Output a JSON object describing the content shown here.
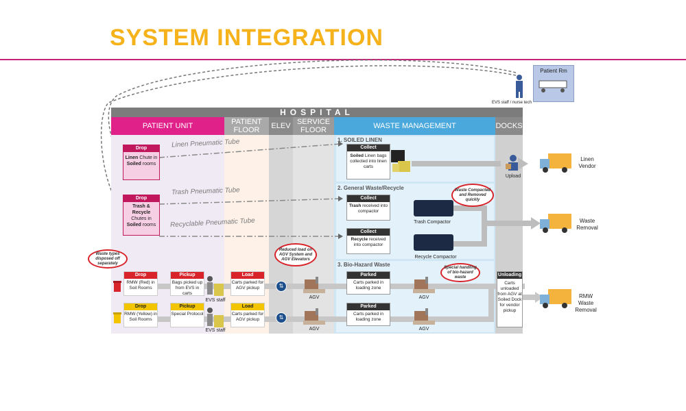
{
  "title": "SYSTEM INTEGRATION",
  "hospital_label": "HOSPITAL",
  "columns": {
    "patient_unit": "PATIENT UNIT",
    "patient_floor": "PATIENT FLOOR",
    "elev": "ELEV",
    "service_floor": "SERVICE FLOOR",
    "waste_management": "WASTE MANAGEMENT",
    "docks": "DOCKS"
  },
  "patient_room": {
    "label": "Patient Rm",
    "staff": "EVS staff / nurse tech"
  },
  "tubes": {
    "linen": "Linen Pneumatic Tube",
    "trash": "Trash Pneumatic Tube",
    "recyclable": "Recyclable Pneumatic Tube"
  },
  "drop_linen": {
    "tag": "Drop",
    "text_bold1": "Linen",
    "text1": " Chute in ",
    "text_bold2": "Soiled",
    "text2": " rooms"
  },
  "drop_trash": {
    "tag": "Drop",
    "line1": "Trash &",
    "line2": "Recycle",
    "line3": "Chutes in",
    "line4_bold": "Soiled",
    "line4": " rooms"
  },
  "sections": {
    "soiled_linen": "1. SOILED LINEN",
    "general_waste": "2. General Waste/Recycle",
    "bio_hazard": "3. Bio-Hazard Waste"
  },
  "collect_linen": {
    "tag": "Collect",
    "bold": "Soiled",
    "text": " Linen bags collected into linen carts"
  },
  "collect_trash": {
    "tag": "Collect",
    "bold": "Trash",
    "text": " received into compactor"
  },
  "collect_recycle": {
    "tag": "Collect",
    "bold": "Recycle",
    "text": " received into compactor"
  },
  "trash_compactor": "Trash Compactor",
  "recycle_compactor": "Recycle Compactor",
  "upload": "Upload",
  "clouds": {
    "compacted": "Waste Compacted and Removed quickly",
    "waste_types": "Waste types disposed off separately",
    "reduced_load": "Reduced load on AGV System and AGV Elevators",
    "special_handling": "Special handling of bio-hazard waste"
  },
  "row_red": {
    "drop_tag": "Drop",
    "drop_text": "RMW (Red) in Soil Rooms",
    "pickup_tag": "Pickup",
    "pickup_text": "Bags picked up from EVS in carts",
    "staff": "EVS staff",
    "load_tag": "Load",
    "load_text": "Carts parked for AGV pickup",
    "agv1": "AGV",
    "parked_tag": "Parked",
    "parked_text": "Carts parked in loading zone",
    "agv2": "AGV"
  },
  "row_yellow": {
    "drop_tag": "Drop",
    "drop_text": "RMW (Yellow) in Soil Rooms",
    "pickup_tag": "Pickup",
    "pickup_text": "Special Protocol",
    "staff": "EVS staff",
    "load_tag": "Load",
    "load_text": "Carts parked for AGV pickup",
    "agv1": "AGV",
    "parked_tag": "Parked",
    "parked_text": "Carts parked in loading zone",
    "agv2": "AGV"
  },
  "unloading": {
    "tag": "Unloading",
    "text": "Carts unloaded from AGV at Soiled Dock for vendor pickup"
  },
  "destinations": {
    "linen": "Linen Vendor",
    "waste": "Waste Removal",
    "rmw": "RMW Waste Removal"
  },
  "colors": {
    "title": "#f5b21a",
    "rule": "#c8227d",
    "patient_unit": "#e0218a",
    "waste_mgmt": "#4aa8dc",
    "drop_tag": "#c0175d",
    "collect_tag": "#333333",
    "red_tag": "#d8232a",
    "yellow_tag": "#f2c500"
  }
}
